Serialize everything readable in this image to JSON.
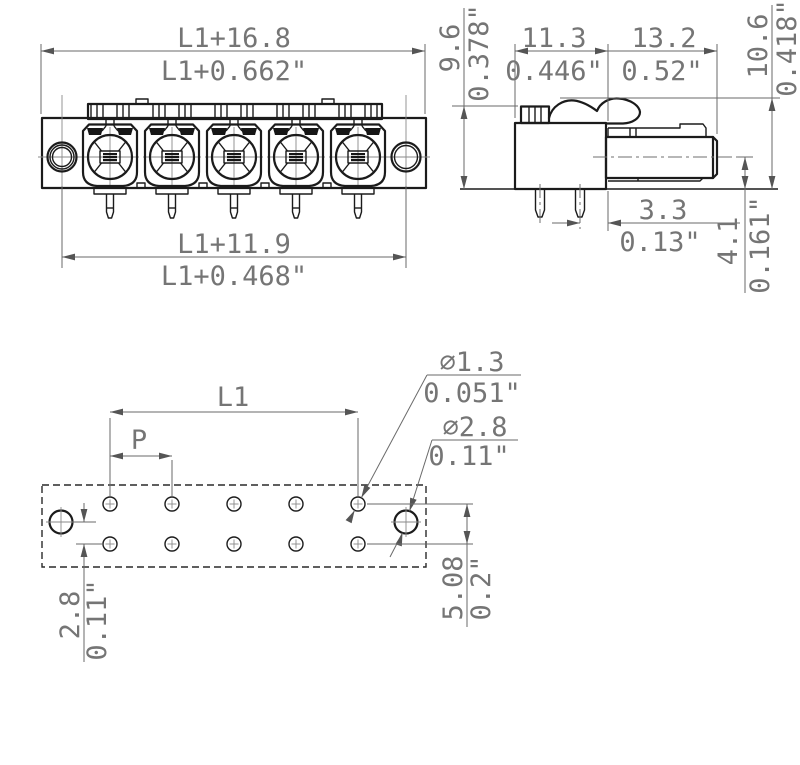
{
  "front_view": {
    "overall_width_mm": "L1+16.8",
    "overall_width_in": "L1+0.662\"",
    "mount_pitch_mm": "L1+11.9",
    "mount_pitch_in": "L1+0.468\""
  },
  "side_view": {
    "body_depth_mm": "11.3",
    "body_depth_in": "0.446\"",
    "plug_depth_mm": "13.2",
    "plug_depth_in": "0.52\"",
    "body_height_mm": "9.6",
    "body_height_in": "0.378\"",
    "overall_height_mm": "10.6",
    "overall_height_in": "0.418\"",
    "pin_to_edge_mm": "3.3",
    "pin_to_edge_in": "0.13\"",
    "axis_height_mm": "4.1",
    "axis_height_in": "0.161\""
  },
  "drilling_plan": {
    "length_label": "L1",
    "pitch_label": "P",
    "pin_hole_dia_mm": "⌀1.3",
    "pin_hole_dia_in": "0.051\"",
    "mount_hole_dia_mm": "⌀2.8",
    "mount_hole_dia_in": "0.11\"",
    "row_spacing_mm": "5.08",
    "row_spacing_in": "0.2\"",
    "mount_offset_mm": "2.8",
    "mount_offset_in": "0.11\""
  },
  "colors": {
    "outline": "#1b1b1b",
    "dimension": "#6a6a6a",
    "background": "#ffffff"
  }
}
